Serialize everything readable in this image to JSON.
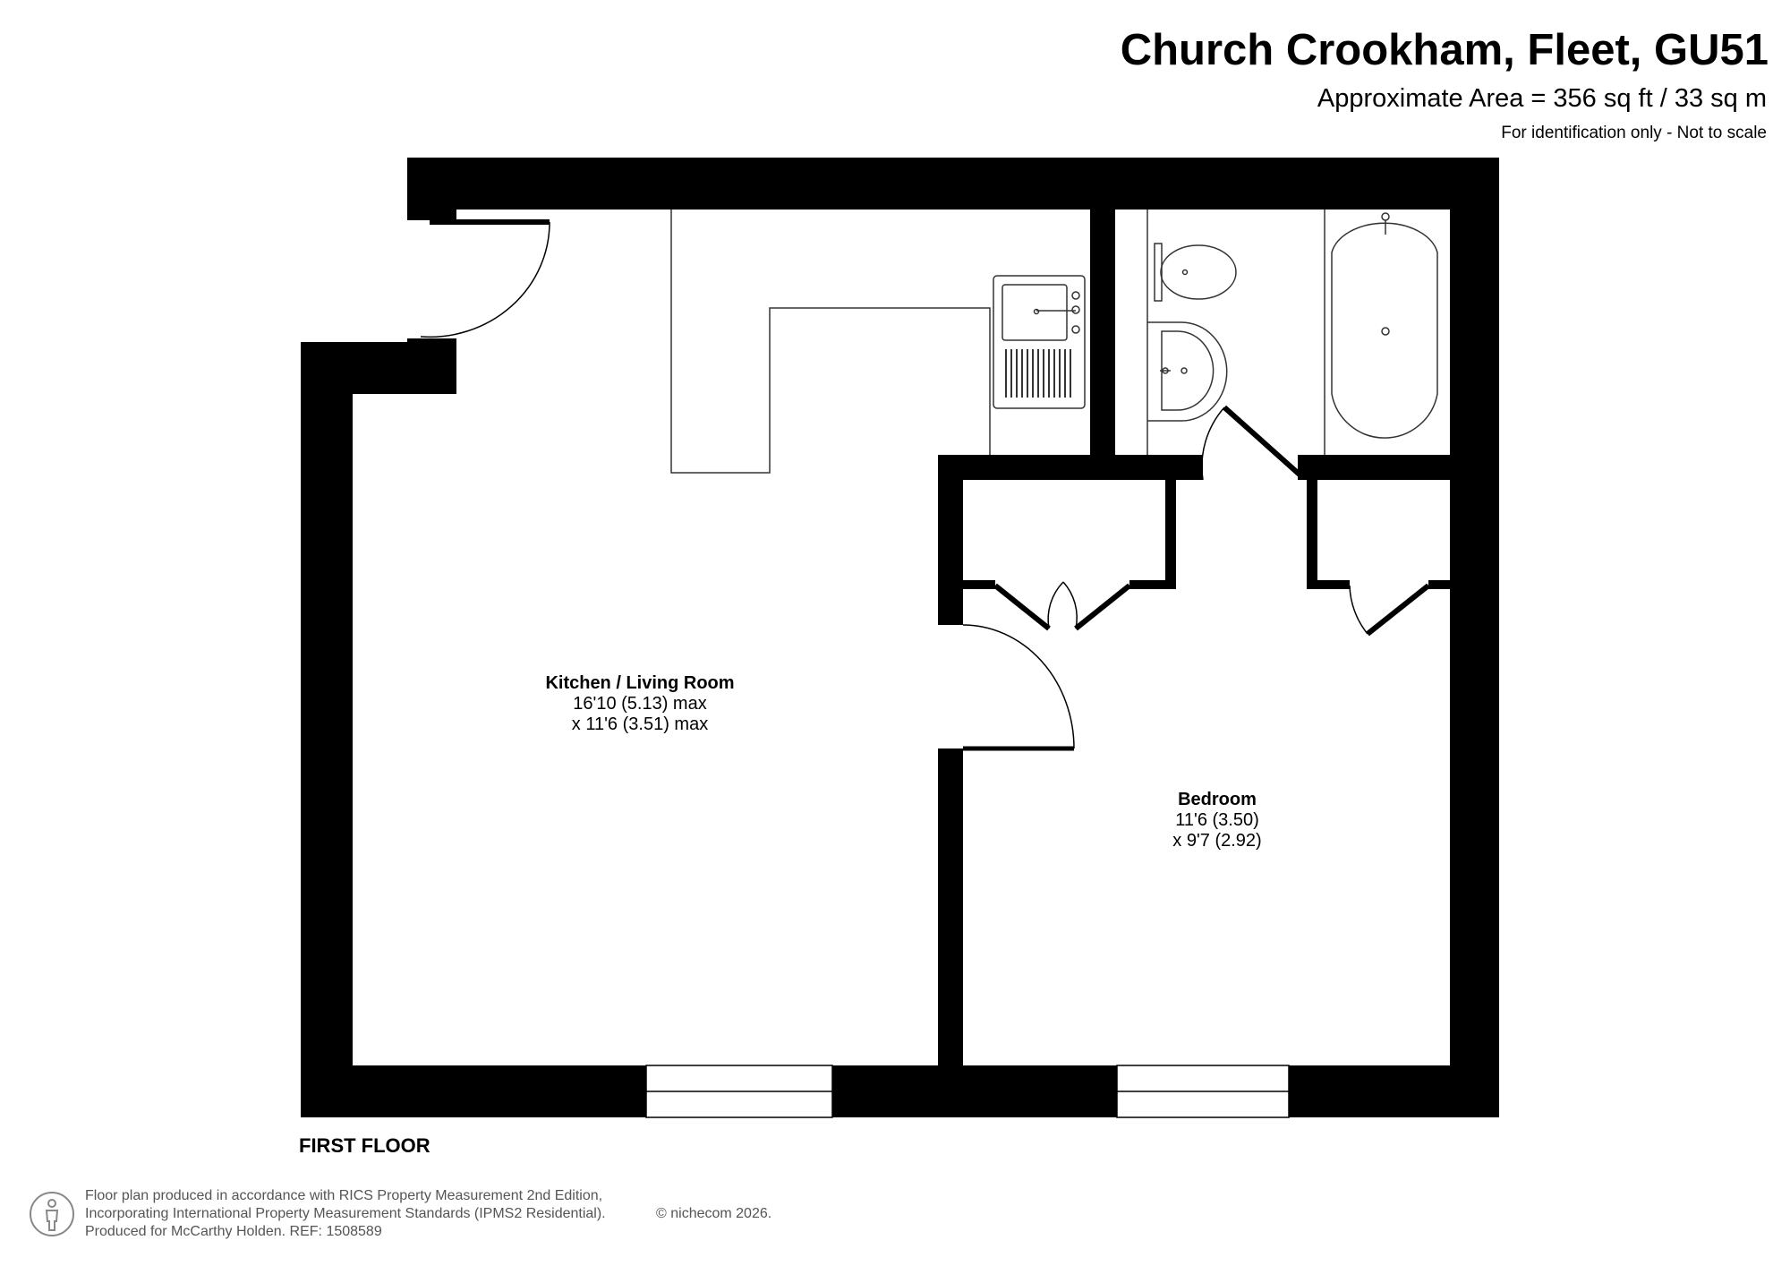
{
  "header": {
    "title": "Church Crookham, Fleet, GU51",
    "area": "Approximate Area = 356 sq ft / 33 sq m",
    "note": "For identification only - Not to scale"
  },
  "rooms": {
    "kitchen": {
      "name": "Kitchen / Living Room",
      "dim1": "16'10 (5.13) max",
      "dim2": "x 11'6 (3.51) max"
    },
    "bedroom": {
      "name": "Bedroom",
      "dim1": "11'6 (3.50)",
      "dim2": "x 9'7 (2.92)"
    }
  },
  "floor_label": "FIRST FLOOR",
  "footer": {
    "line1": "Floor plan produced in accordance with RICS Property Measurement 2nd Edition,",
    "line2": "Incorporating International Property Measurement Standards (IPMS2 Residential).",
    "copyright": "© nichecom 2026.",
    "line3": "Produced for McCarthy Holden.   REF:  1508589"
  },
  "colors": {
    "wall": "#000000",
    "fixture": "#333333",
    "footer_text": "#555555"
  },
  "icons": {
    "footer": "person-outline-icon"
  }
}
